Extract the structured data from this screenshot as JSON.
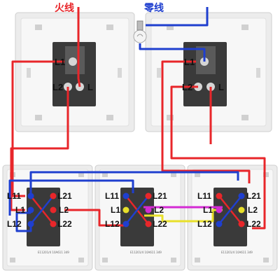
{
  "title_fire": "火线",
  "title_neutral": "零线",
  "colors": {
    "live": "#e8262a",
    "neutral": "#1f3fcf",
    "traveler_pink": "#d42bd4",
    "traveler_yellow": "#e8e02a",
    "plate": "#f2f2f2",
    "switch_body": "#3a3a3a"
  },
  "single_switch_left": {
    "t1": "L1",
    "t2": "L2",
    "t3": "L"
  },
  "single_switch_right": {
    "t1": "L1",
    "t2": "L2",
    "t3": "L"
  },
  "multi_switch_1": {
    "l11": "L11",
    "l21": "L21",
    "l1": "L1",
    "l2": "L2",
    "l12": "L12",
    "l22": "L22",
    "marking": "E11201/4 10A611 349"
  },
  "multi_switch_2": {
    "l11": "L11",
    "l21": "L21",
    "l1": "L1",
    "l2": "L2",
    "l12": "L12",
    "l22": "L22",
    "marking": "E11201/4 10A611 349"
  },
  "multi_switch_3": {
    "l11": "L11",
    "l21": "L21",
    "l1": "L1",
    "l2": "L2",
    "l12": "L12",
    "l22": "L22",
    "marking": "E11201/4 10A611 349"
  },
  "icons": {
    "lamp": "light-bulb-icon"
  }
}
